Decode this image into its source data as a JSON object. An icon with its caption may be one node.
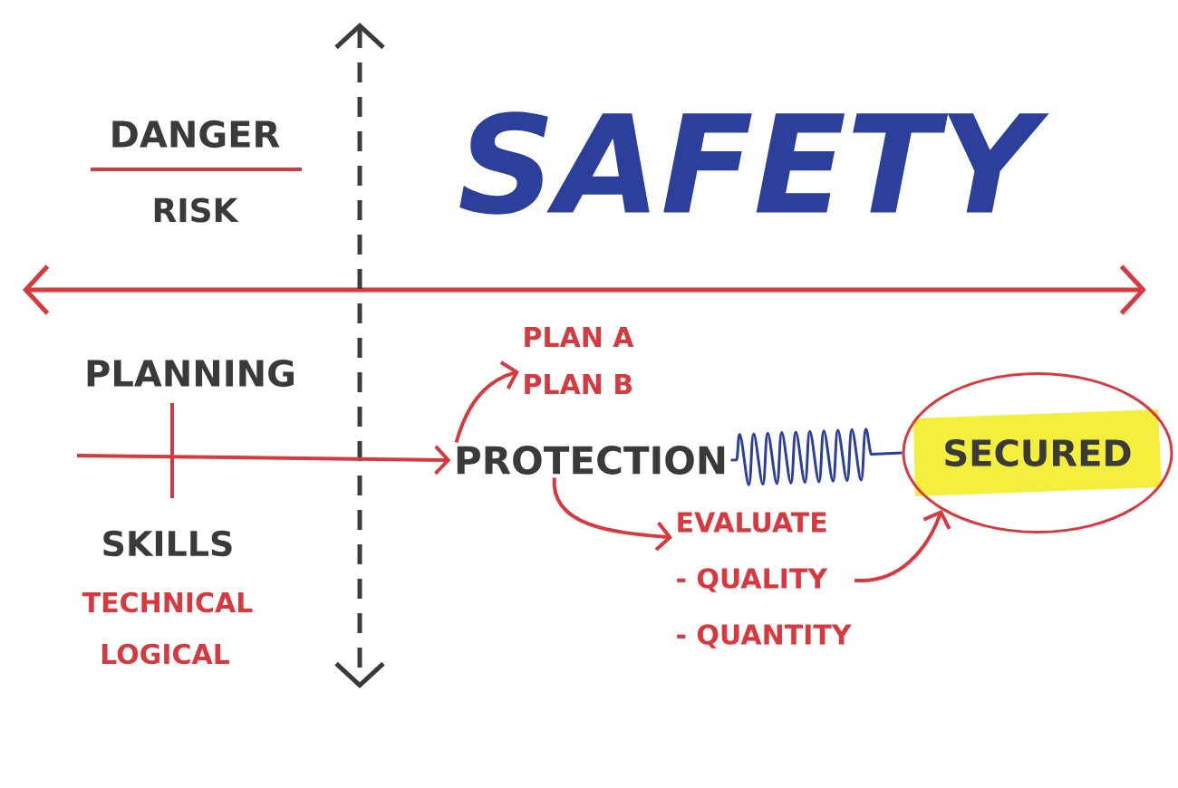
{
  "diagram": {
    "title": "SAFETY",
    "nodes": [
      {
        "text": [
          "PROTECTION"
        ]
      },
      {
        "text": [
          "PLAN A",
          "PLAN B"
        ]
      },
      {
        "text": [
          "EVALUATE",
          "- QUALITY",
          "- QUANTITY"
        ]
      },
      {
        "text": [
          "SECURED"
        ]
      }
    ],
    "edges": [
      {
        "from": null,
        "to": 0,
        "arrow": "to"
      },
      {
        "from": 0,
        "to": 1,
        "arrow": "to"
      },
      {
        "from": 0,
        "to": 2,
        "arrow": "to"
      },
      {
        "from": 2,
        "to": 3,
        "arrow": "to"
      },
      {
        "from": 0,
        "to": 3,
        "arrow": "none",
        "color": "#2b3f9b"
      }
    ],
    "labels": [
      "DANGER",
      "RISK",
      "PLANNING",
      "SKILLS",
      "TECHNICAL",
      "LOGICAL"
    ]
  }
}
